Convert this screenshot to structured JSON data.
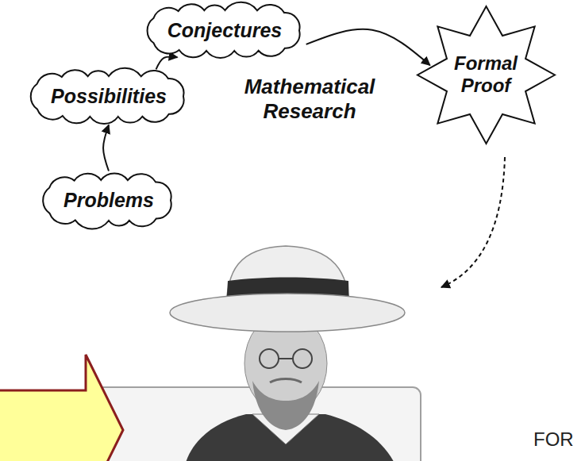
{
  "diagram": {
    "nodes": [
      {
        "text": [
          "Conjectures"
        ]
      },
      {
        "text": [
          "Formal Proof"
        ]
      },
      {
        "text": [
          "Possibilities"
        ]
      },
      {
        "text": [
          "Problems"
        ]
      }
    ],
    "edges": [
      {
        "from": 3,
        "to": 2,
        "arrow": "to"
      },
      {
        "from": 2,
        "to": 0,
        "arrow": "to"
      },
      {
        "from": 0,
        "to": 1,
        "arrow": "to"
      }
    ],
    "labels": [
      "Mathematical Research",
      "FOR"
    ]
  }
}
